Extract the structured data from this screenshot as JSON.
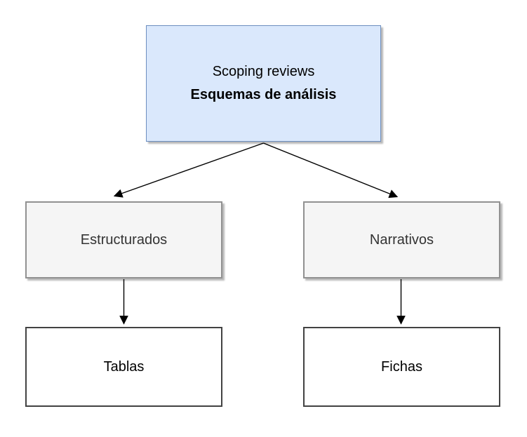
{
  "diagram": {
    "title_node": {
      "line1": "Scoping reviews",
      "line2": "Esquemas de análisis"
    },
    "nodes": {
      "estructurados": {
        "label": "Estructurados"
      },
      "narrativos": {
        "label": "Narrativos"
      },
      "tablas": {
        "label": "Tablas"
      },
      "fichas": {
        "label": "Fichas"
      }
    },
    "edges": [
      {
        "from": "scoping-reviews",
        "to": "estructurados"
      },
      {
        "from": "scoping-reviews",
        "to": "narrativos"
      },
      {
        "from": "estructurados",
        "to": "tablas"
      },
      {
        "from": "narrativos",
        "to": "fichas"
      }
    ],
    "colors": {
      "root_fill": "#dae8fc",
      "root_border": "#6c8ebf",
      "mid_fill": "#f5f5f5",
      "mid_border": "#919191",
      "mid_text": "#333333",
      "leaf_fill": "#ffffff",
      "leaf_border": "#424242",
      "arrow": "#000000",
      "page_bg": "#ffffff"
    }
  }
}
